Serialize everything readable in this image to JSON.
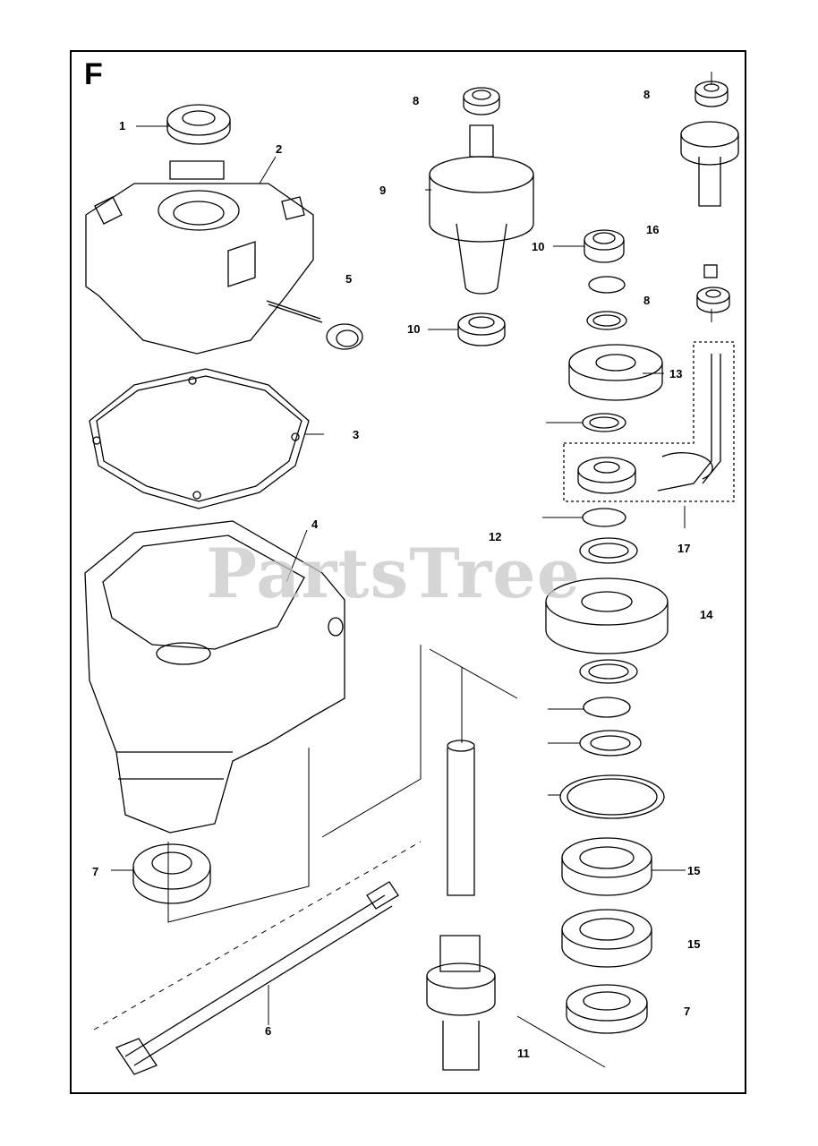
{
  "section": "F",
  "watermark": "PartsTree",
  "callouts": {
    "c1": "1",
    "c2": "2",
    "c3": "3",
    "c4": "4",
    "c5": "5",
    "c6": "6",
    "c7a": "7",
    "c7b": "7",
    "c8a": "8",
    "c8b": "8",
    "c8c": "8",
    "c9": "9",
    "c10a": "10",
    "c10b": "10",
    "c11": "11",
    "c12": "12",
    "c13": "13",
    "c14": "14",
    "c15a": "15",
    "c15b": "15",
    "c16": "16",
    "c17": "17"
  },
  "colors": {
    "line": "#000000",
    "watermark": "#c9c9c9"
  }
}
